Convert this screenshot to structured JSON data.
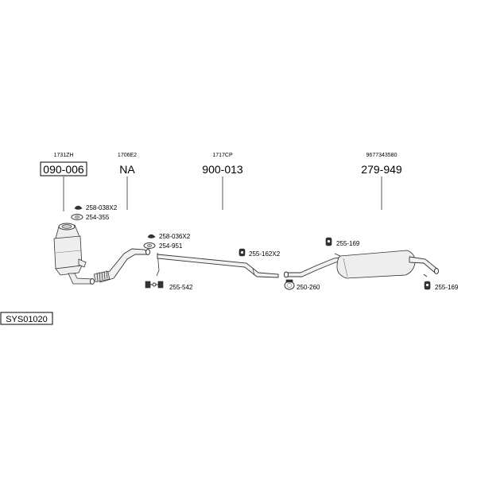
{
  "groups": [
    {
      "ref": "1731ZH",
      "part": "090-006",
      "boxed": true
    },
    {
      "ref": "1706E2",
      "part": "NA",
      "boxed": false
    },
    {
      "ref": "1717CP",
      "part": "900-013",
      "boxed": false
    },
    {
      "ref": "9677343580",
      "part": "279-949",
      "boxed": false
    }
  ],
  "callouts": [
    "258-038X2",
    "254-355",
    "258-036X2",
    "254-951",
    "255-542",
    "255-162X2",
    "250-260",
    "255-169",
    "255-169"
  ],
  "system_code": "SYS01020"
}
